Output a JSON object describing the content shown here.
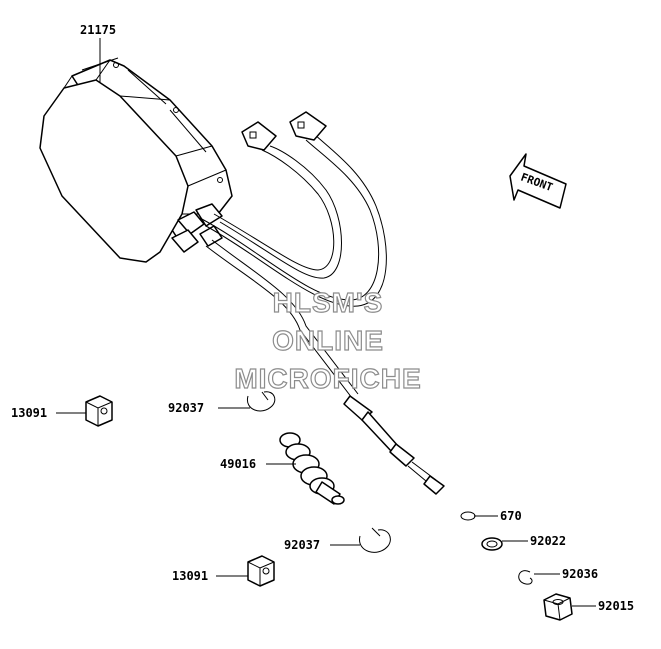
{
  "watermark": {
    "line1": "HLSM'S",
    "line2": "ONLINE",
    "line3": "MICROFICHE"
  },
  "direction_indicator": {
    "label": "FRONT"
  },
  "callouts": [
    {
      "key": "actuator",
      "part_number": "21175"
    },
    {
      "key": "clamp_upper",
      "part_number": "13091"
    },
    {
      "key": "band_upper",
      "part_number": "92037"
    },
    {
      "key": "boot",
      "part_number": "49016"
    },
    {
      "key": "band_lower",
      "part_number": "92037"
    },
    {
      "key": "clamp_lower",
      "part_number": "13091"
    },
    {
      "key": "o_ring",
      "part_number": "670"
    },
    {
      "key": "washer",
      "part_number": "92022"
    },
    {
      "key": "circlip",
      "part_number": "92036"
    },
    {
      "key": "nut",
      "part_number": "92015"
    }
  ],
  "colors": {
    "ink": "#000000",
    "watermark": "#8c8c8c",
    "background": "#ffffff"
  }
}
